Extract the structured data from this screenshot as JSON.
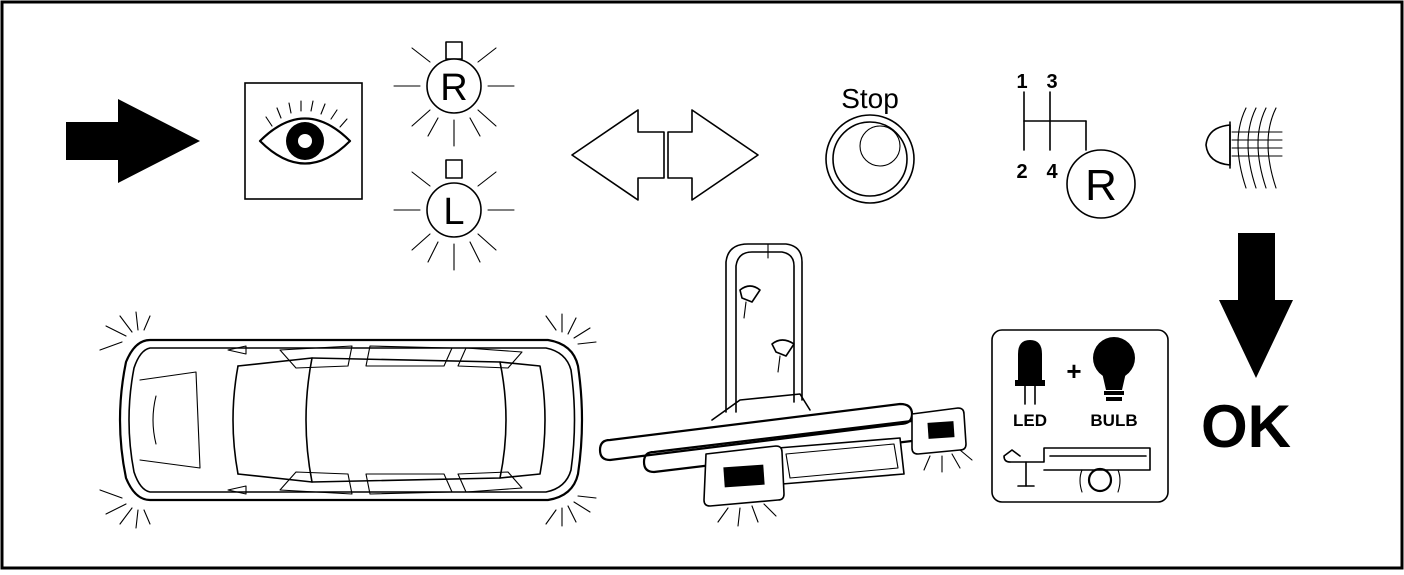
{
  "indicators": {
    "right_label": "R",
    "left_label": "L"
  },
  "stop_button": {
    "label": "Stop"
  },
  "gear_shift": {
    "gear_1": "1",
    "gear_3": "3",
    "gear_2": "2",
    "gear_4": "4",
    "reverse": "R"
  },
  "light_types": {
    "led_label": "LED",
    "plus_sign": "+",
    "bulb_label": "BULB"
  },
  "result": {
    "ok_label": "OK"
  },
  "colors": {
    "stroke": "#000000",
    "background": "#ffffff"
  }
}
